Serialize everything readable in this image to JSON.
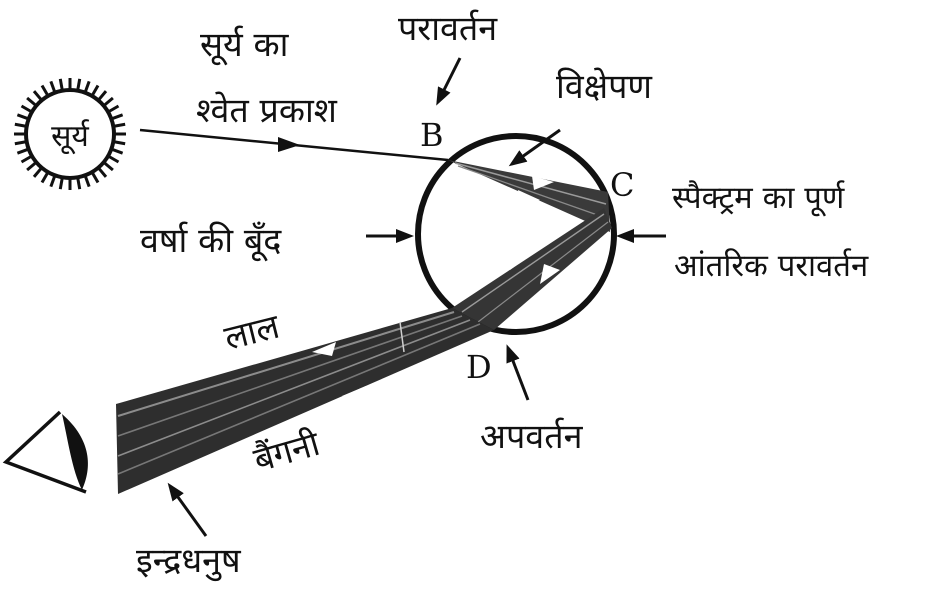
{
  "labels": {
    "sun": "सूर्य",
    "sun_white_light_line1": "सूर्य का",
    "sun_white_light_line2": "श्वेत प्रकाश",
    "reflection": "परावर्तन",
    "dispersion": "विक्षेपण",
    "raindrop": "वर्षा की बूँद",
    "total_internal_reflection_line1": "स्पैक्ट्रम का पूर्ण",
    "total_internal_reflection_line2": "आंतरिक परावर्तन",
    "red": "लाल",
    "violet": "बैंगनी",
    "refraction": "अपवर्तन",
    "rainbow": "इन्द्रधनुष"
  },
  "points": {
    "b": "B",
    "c": "C",
    "d": "D"
  },
  "colors": {
    "ink": "#111111",
    "background": "#ffffff",
    "beam_dark": "#2a2a2a",
    "beam_light": "#6e6e6e"
  }
}
